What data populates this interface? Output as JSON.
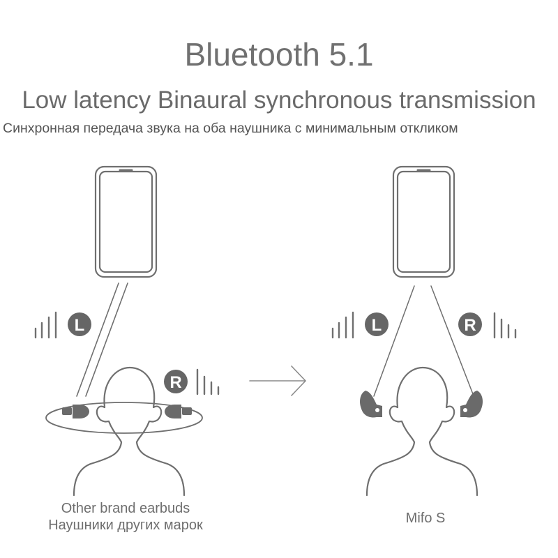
{
  "header": {
    "title": "Bluetooth 5.1",
    "subtitle": "Low latency Binaural synchronous transmission",
    "subtitle_ru": "Синхронная передача звука на оба наушника с минимальным откликом"
  },
  "left_scene": {
    "caption_en": "Other brand earbuds",
    "caption_ru": "Наушники других марок",
    "badge_left": "L",
    "badge_right": "R"
  },
  "right_scene": {
    "caption": "Mifo S",
    "badge_left": "L",
    "badge_right": "R"
  },
  "colors": {
    "stroke": "#6f6f6f",
    "badge": "#666666",
    "earbud": "#6a6a6a"
  }
}
